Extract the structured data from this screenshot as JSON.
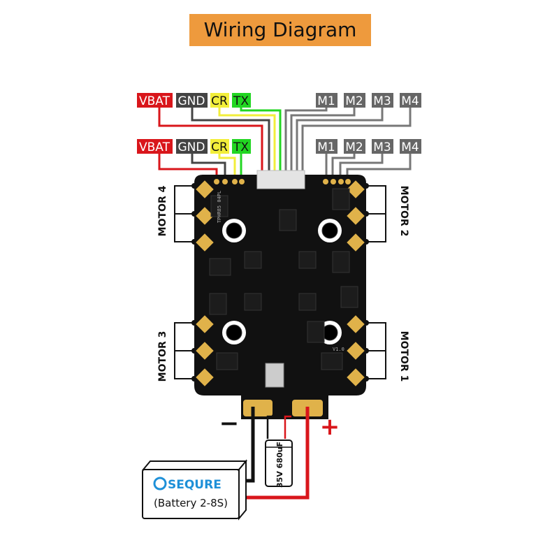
{
  "title": "Wiring Diagram",
  "colors": {
    "title_bg": "#ee9a3d",
    "vbat": "#d9161b",
    "gnd": "#444444",
    "cr": "#f2ee3a",
    "tx": "#22d622",
    "motor_signal": "#666666",
    "board": "#111111",
    "pad": "#e0b24a"
  },
  "connector_rows": [
    {
      "power": [
        "VBAT",
        "GND",
        "CR",
        "TX"
      ],
      "signals": [
        "M1",
        "M2",
        "M3",
        "M4"
      ]
    },
    {
      "power": [
        "VBAT",
        "GND",
        "CR",
        "TX"
      ],
      "signals": [
        "M1",
        "M2",
        "M3",
        "M4"
      ]
    }
  ],
  "motors": {
    "m1": "MOTOR 1",
    "m2": "MOTOR 2",
    "m3": "MOTOR 3",
    "m4": "MOTOR 4"
  },
  "board": {
    "mosfet_label": "TPHR85 04PL",
    "version": "V1.0"
  },
  "polarity": {
    "negative": "−",
    "positive": "+"
  },
  "capacitor": {
    "label": "35V 680uF"
  },
  "battery": {
    "brand": "SEQURE",
    "label": "(Battery 2-8S)"
  }
}
